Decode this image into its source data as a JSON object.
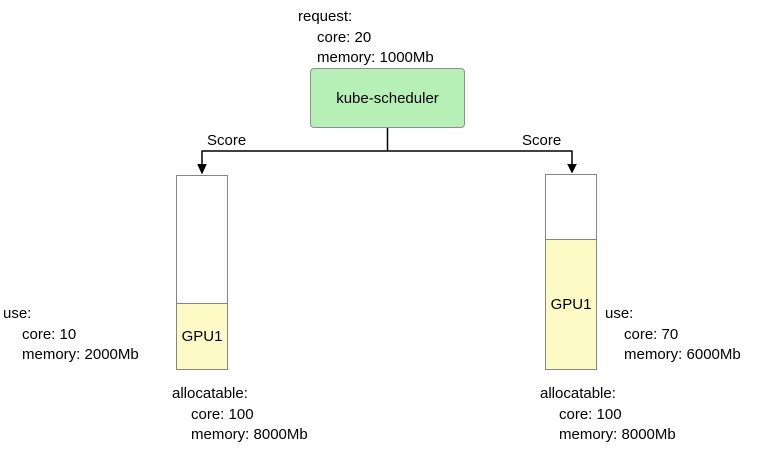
{
  "scheduler": {
    "label": "kube-scheduler",
    "request": {
      "title": "request:",
      "lines": [
        "core: 20",
        "memory: 1000Mb"
      ]
    }
  },
  "edges": {
    "left_label": "Score",
    "right_label": "Score"
  },
  "nodes": [
    {
      "gpu_label": "GPU1",
      "fill_percent": 34,
      "use": {
        "title": "use:",
        "lines": [
          "core: 10",
          "memory: 2000Mb"
        ]
      },
      "allocatable": {
        "title": "allocatable:",
        "lines": [
          "core: 100",
          "memory: 8000Mb"
        ]
      }
    },
    {
      "gpu_label": "GPU1",
      "fill_percent": 67,
      "use": {
        "title": "use:",
        "lines": [
          "core: 70",
          "memory: 6000Mb"
        ]
      },
      "allocatable": {
        "title": "allocatable:",
        "lines": [
          "core: 100",
          "memory: 8000Mb"
        ]
      }
    }
  ],
  "colors": {
    "scheduler_fill": "#b7f0b7",
    "gpu_fill": "#fdfac5",
    "border": "#858585",
    "line": "#000000"
  }
}
